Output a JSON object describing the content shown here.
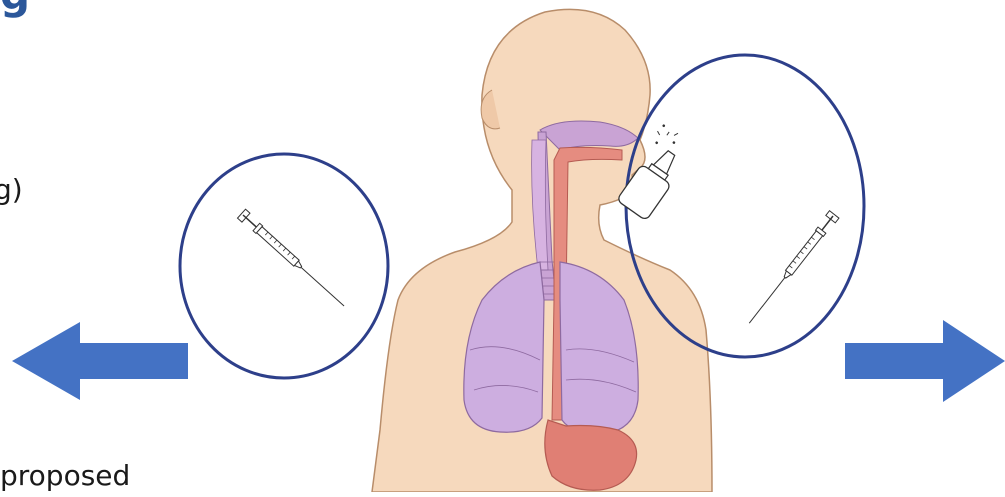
{
  "heading_fragment": "g",
  "label_fragment_1": "g)",
  "label_fragment_2": "proposed",
  "colors": {
    "circle_stroke": "#2d3f8a",
    "arrow_fill": "#4472c4",
    "skin": "#f6d9bd",
    "skin_outline": "#b88d6a",
    "airway": "#c9a3d4",
    "lungs": "#cdaee0",
    "esophagus": "#e58c80",
    "stomach": "#e07f74"
  },
  "icons": {
    "left_circle": [
      "syringe-icon"
    ],
    "right_circle": [
      "nasal-spray-icon",
      "syringe-icon"
    ],
    "arrows": [
      "arrow-left-icon",
      "arrow-right-icon"
    ]
  }
}
